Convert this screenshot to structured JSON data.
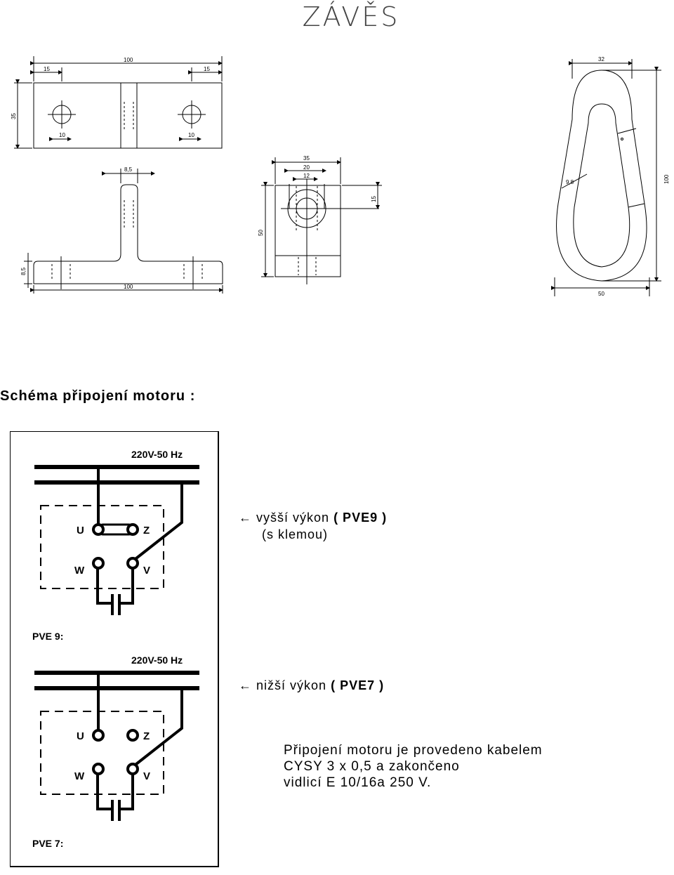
{
  "title": "ZÁVĚS",
  "drawing": {
    "dims": {
      "top_100": "100",
      "top_15a": "15",
      "top_15b": "15",
      "h_35": "35",
      "hole_10a": "10",
      "hole_10b": "10",
      "t_85": "8,5",
      "t_side_85": "8,5",
      "t_100": "100",
      "s_35": "35",
      "s_20": "20",
      "s_12": "12",
      "s_15": "15",
      "s_50": "50",
      "k_32": "32",
      "k_98": "9,8",
      "k_100": "100",
      "k_50": "50"
    }
  },
  "schema_heading": "Schéma připojení motoru :",
  "circuit": {
    "voltage_top": "220V-50 Hz",
    "voltage_bottom": "220V-50 Hz",
    "terminals": {
      "u": "U",
      "z": "Z",
      "w": "W",
      "v": "V"
    },
    "label_pve9": "PVE 9:",
    "label_pve7": "PVE 7:"
  },
  "notes": {
    "high": {
      "arrow": "←",
      "text": "vyšší výkon",
      "bold": "( PVE9 )",
      "sub": "(s klemou)"
    },
    "low": {
      "arrow": "←",
      "text": "nižší výkon",
      "bold": "( PVE7 )"
    }
  },
  "description": {
    "line1": "Připojení motoru je provedeno kabelem",
    "line2": "CYSY 3 x 0,5 a zakončeno",
    "line3": "vidlicí E 10/16a 250 V."
  }
}
